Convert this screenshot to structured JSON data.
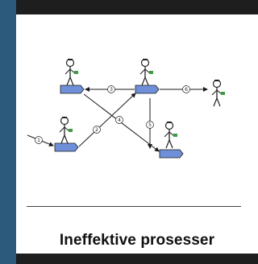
{
  "caption": "Ineffektive prosesser",
  "colors": {
    "frame": "#1e1e1e",
    "accent": "#2c5a7c",
    "desk": "#6f8fd8",
    "arrow": "#1b1b1b",
    "figure": "#222222",
    "paper": "#3f9b3f"
  },
  "diagram": {
    "step_labels": [
      "1",
      "2",
      "3",
      "4",
      "5",
      "6"
    ]
  }
}
